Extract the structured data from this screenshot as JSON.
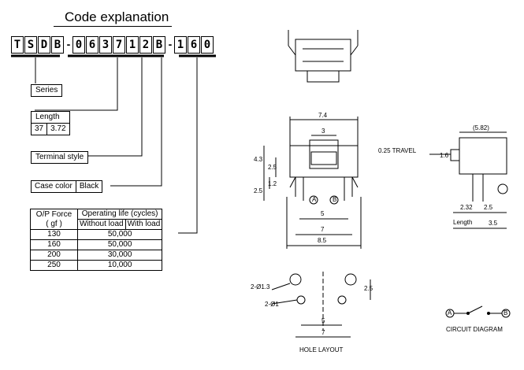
{
  "title": "Code explanation",
  "code_chars": [
    "T",
    "S",
    "D",
    "B",
    "-",
    "0",
    "6",
    "3",
    "7",
    "1",
    "2",
    "B",
    "-",
    "1",
    "6",
    "0"
  ],
  "labels": {
    "series": "Series",
    "length": "Length",
    "length_opt1": "37",
    "length_opt2": "3.72",
    "terminal": "Terminal style",
    "case_color": "Case color",
    "case_color_val": "Black"
  },
  "table": {
    "h_force": "O/P Force",
    "h_force_unit": "( gf )",
    "h_life": "Operating life (cycles)",
    "h_without": "Without load",
    "h_with": "With load",
    "rows": [
      {
        "force": "130",
        "life": "50,000"
      },
      {
        "force": "160",
        "life": "50,000"
      },
      {
        "force": "200",
        "life": "30,000"
      },
      {
        "force": "250",
        "life": "10,000"
      }
    ]
  },
  "dims": {
    "d74": "7.4",
    "d3": "3",
    "d43": "4.3",
    "d25a": "2.5",
    "d12": "1.2",
    "d25b": "2.5",
    "d5": "5",
    "d7": "7",
    "d85": "8.5",
    "travel": "0.25 TRAVEL",
    "d582": "(5.82)",
    "d16": "1.6",
    "d232": "2.32",
    "d25c": "2.5",
    "length": "Length",
    "d35": "3.5",
    "pinA": "A",
    "pinB": "B",
    "hole13": "2-Ø1.3",
    "hole1": "2-Ø1",
    "d25d": "2.5",
    "d5b": "5",
    "d7b": "7",
    "hole_layout": "HOLE LAYOUT",
    "circuit": "CIRCUIT DIAGRAM"
  }
}
